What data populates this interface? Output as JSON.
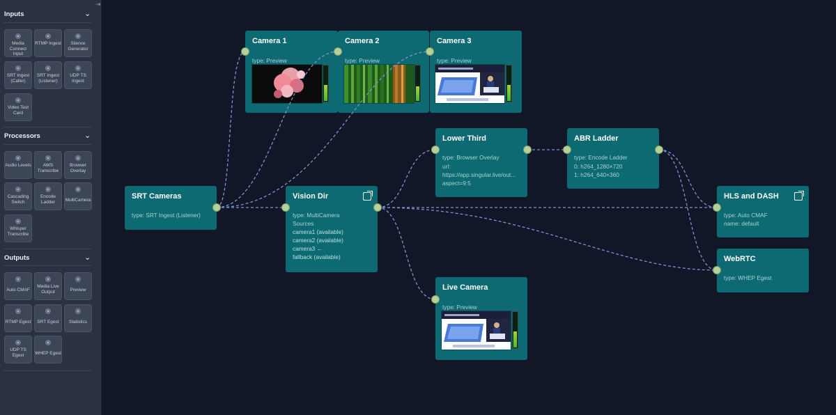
{
  "sidebar": {
    "sections": {
      "inputs": {
        "title": "Inputs",
        "items": [
          "Media Connect Input",
          "RTMP Ingest",
          "Silence Generator",
          "SRT Ingest (Caller)",
          "SRT Ingest (Listener)",
          "UDP TS Ingest",
          "Video Test Card"
        ]
      },
      "processors": {
        "title": "Processors",
        "items": [
          "Audio Levels",
          "AWS Transcribe",
          "Browser Overlay",
          "Cascading Switch",
          "Encode Ladder",
          "MultiCamera",
          "Whisper Transcribe"
        ]
      },
      "outputs": {
        "title": "Outputs",
        "items": [
          "Auto CMAF",
          "Media Live Output",
          "Preview",
          "RTMP Egest",
          "SRT Egest",
          "Statistics",
          "UDP TS Egest",
          "WHEP Egest"
        ]
      }
    }
  },
  "nodes": {
    "camera1": {
      "title": "Camera 1",
      "props": [
        "type: Preview"
      ]
    },
    "camera2": {
      "title": "Camera 2",
      "props": [
        "type: Preview"
      ]
    },
    "camera3": {
      "title": "Camera 3",
      "props": [
        "type: Preview"
      ]
    },
    "srt_cameras": {
      "title": "SRT Cameras",
      "props": [
        "type: SRT Ingest (Listener)"
      ]
    },
    "vision_dir": {
      "title": "Vision Dir",
      "props": [
        "type: MultiCamera",
        "Sources",
        "camera1 (available)",
        "camera2 (available)",
        "camera3 ←",
        "fallback (available)"
      ]
    },
    "lower_third": {
      "title": "Lower Third",
      "props": [
        "type: Browser Overlay",
        "url:",
        "https://app.singular.live/out...",
        "aspect=9:5"
      ]
    },
    "abr_ladder": {
      "title": "ABR Ladder",
      "props": [
        "type: Encode Ladder",
        "0: h264_1280×720",
        "1: h264_640×360"
      ]
    },
    "hls_dash": {
      "title": "HLS and DASH",
      "props": [
        "type: Auto CMAF",
        "name: default"
      ]
    },
    "webrtc": {
      "title": "WebRTC",
      "props": [
        "type: WHEP Egest"
      ]
    },
    "live_camera": {
      "title": "Live Camera",
      "props": [
        "type: Preview"
      ]
    }
  },
  "colors": {
    "canvas": "#111726",
    "node": "#0d6972",
    "port": "#b5d19a",
    "wire": "#7d93d6",
    "sidebar": "#2a3242"
  },
  "meters": {
    "camera1": 0.45,
    "camera2": 0.4,
    "camera3": 0.45,
    "live_camera": 0.45
  }
}
